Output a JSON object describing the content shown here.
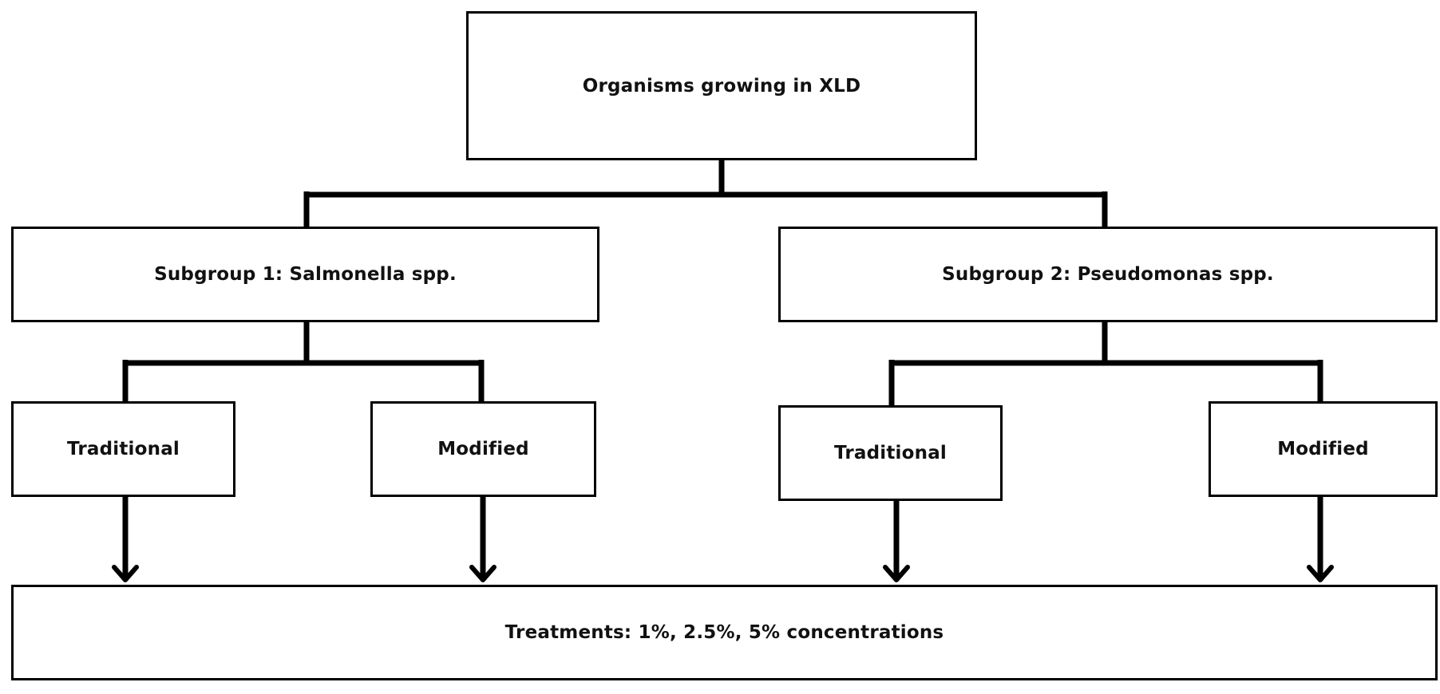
{
  "diagram": {
    "root": "Organisms growing in XLD",
    "subgroup1": "Subgroup 1: Salmonella spp.",
    "subgroup2": "Subgroup 2: Pseudomonas spp.",
    "subgroup1_children": [
      "Traditional",
      "Modified"
    ],
    "subgroup2_children": [
      "Traditional",
      "Modified"
    ],
    "treatments": "Treatments: 1%, 2.5%, 5% concentrations"
  },
  "colors": {
    "stroke": "#000000",
    "background": "#ffffff",
    "text": "#111111"
  }
}
